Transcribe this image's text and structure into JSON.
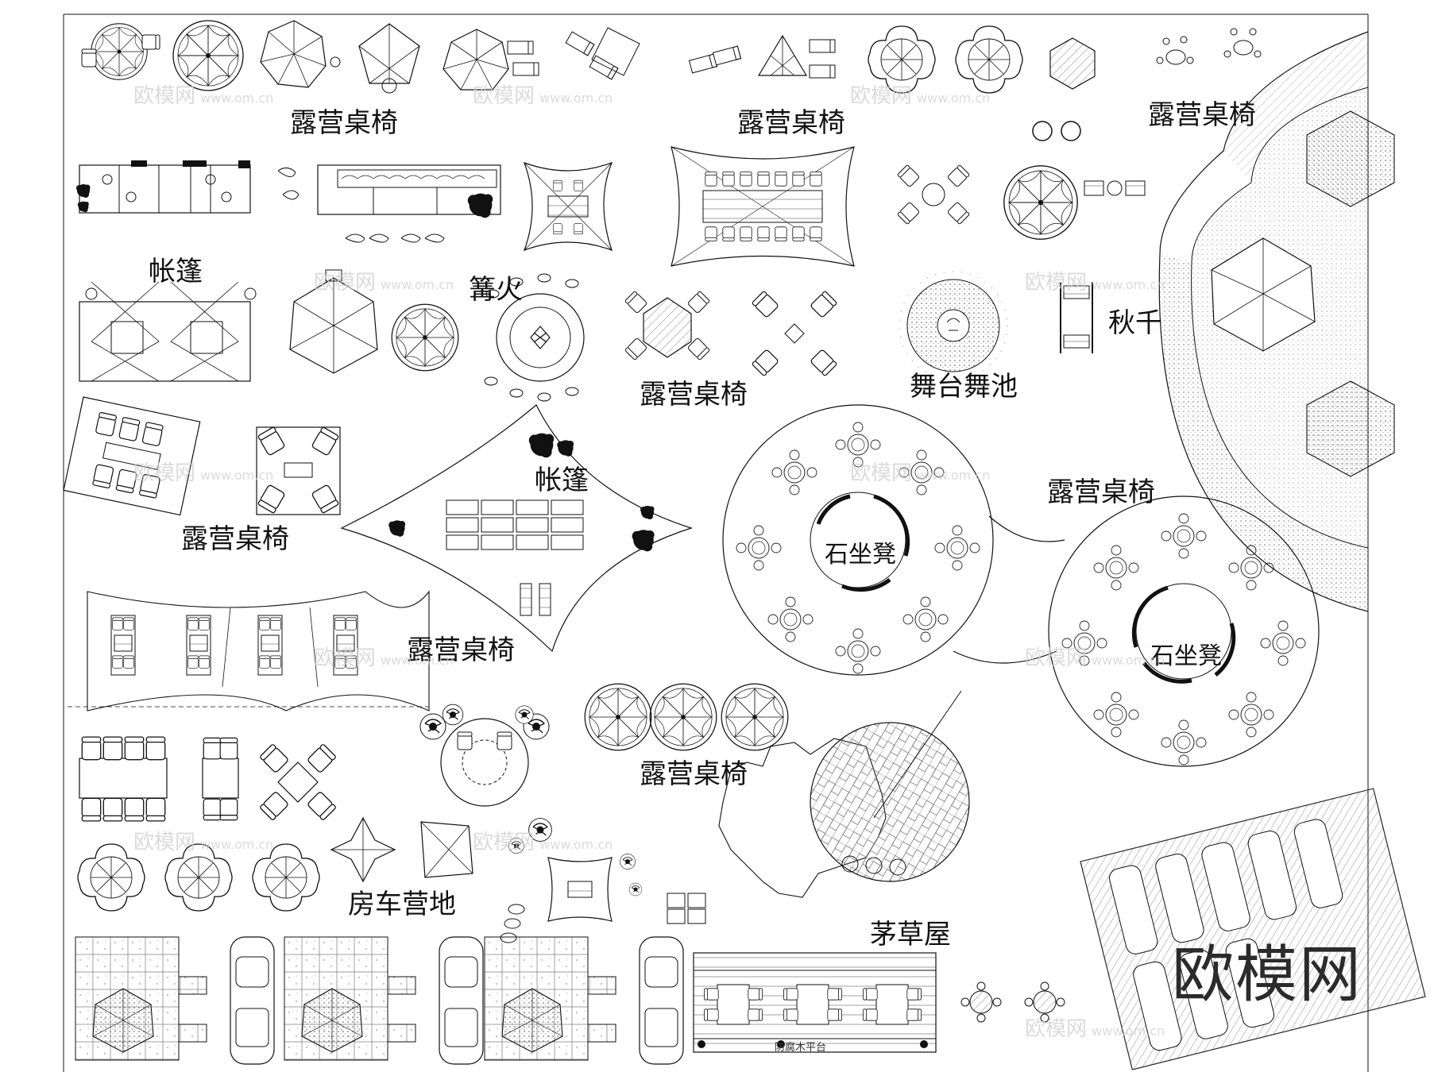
{
  "labels": {
    "camp_table_1": "露营桌椅",
    "camp_table_2": "露营桌椅",
    "camp_table_3": "露营桌椅",
    "tent_1": "帐篷",
    "bonfire": "篝火",
    "camp_table_4": "露营桌椅",
    "stage": "舞台舞池",
    "swing": "秋千",
    "camp_table_5": "露营桌椅",
    "tent_2": "帐篷",
    "camp_table_6": "露营桌椅",
    "stone_seat_1": "石坐凳",
    "stone_seat_2": "石坐凳",
    "camp_table_7": "露营桌椅",
    "camp_table_8": "露营桌椅",
    "rv_camp": "房车营地",
    "thatched_hut": "茅草屋",
    "wood_deck": "防腐木平台"
  },
  "watermark": {
    "text": "欧模网",
    "url": "www.om.cn"
  },
  "brand": "欧模网"
}
